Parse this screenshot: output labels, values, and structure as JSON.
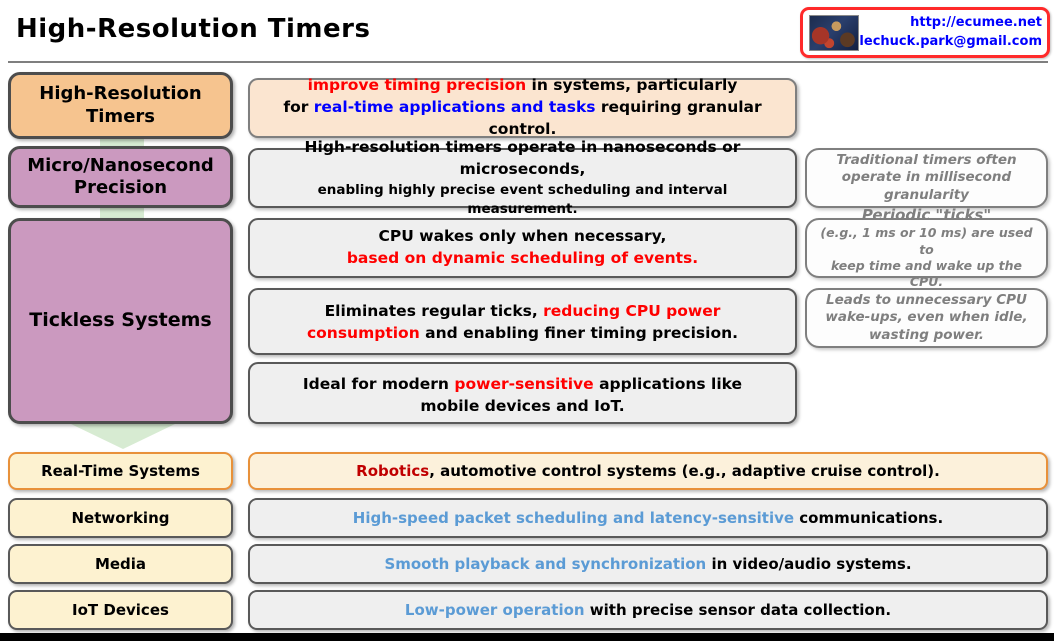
{
  "header": {
    "title": "High-Resolution Timers",
    "badge": {
      "url": "http://ecumee.net",
      "email": "lechuck.park@gmail.com"
    }
  },
  "concept_nodes": [
    {
      "label": "High-Resolution Timers"
    },
    {
      "label": "Micro/Nanosecond Precision"
    },
    {
      "label": "Tickless Systems"
    }
  ],
  "application_nodes": [
    {
      "label": "Real-Time Systems"
    },
    {
      "label": "Networking"
    },
    {
      "label": "Media"
    },
    {
      "label": "IoT Devices"
    }
  ],
  "details": {
    "intro": {
      "l1_red": "improve timing precision",
      "l1_black": " in systems, particularly",
      "l2_black1": "for ",
      "l2_blue": "real-time applications and tasks",
      "l2_black2": " requiring granular control."
    },
    "precision": {
      "l1": "High-resolution timers operate in nanoseconds or microseconds,",
      "l2": "enabling highly precise event scheduling and interval measurement."
    },
    "tickless_wake": {
      "l1": "CPU wakes only when necessary,",
      "l2": "based on dynamic scheduling of events."
    },
    "tickless_eliminate": {
      "s1": "Eliminates regular ticks, ",
      "s2": "reducing CPU power consumption",
      "s3": " and enabling finer timing precision."
    },
    "tickless_ideal": {
      "s1": "Ideal for modern ",
      "s2": "power-sensitive",
      "s3": " applications like mobile devices and IoT."
    }
  },
  "side_notes": [
    {
      "text": "Traditional timers often operate in millisecond granularity"
    },
    {
      "l1": "Periodic \"ticks\"",
      "l2": "(e.g., 1 ms or 10 ms) are used to",
      "l3": "keep time and wake up the CPU."
    },
    {
      "text": "Leads to unnecessary CPU wake-ups, even when idle, wasting power."
    }
  ],
  "application_rows": [
    {
      "highlight": "Robotics",
      "rest": ", automotive control systems (e.g., adaptive cruise control)."
    },
    {
      "highlight": "High-speed packet scheduling and latency-sensitive",
      "rest": " communications."
    },
    {
      "highlight": "Smooth playback and synchronization",
      "rest": " in video/audio systems."
    },
    {
      "highlight": "Low-power operation",
      "rest": " with precise sensor data collection."
    }
  ],
  "colors": {
    "concept_orange_fill": "#F6C48F",
    "concept_purple_fill": "#CB99BF",
    "application_cream_fill": "#FDF2D0",
    "intro_peach_fill": "#FBE5D0",
    "detail_gray_fill": "#EFEFEF",
    "side_note_fill": "#FDFDFD",
    "orange_border": "#E8913A",
    "dark_border": "#4D4D4D",
    "green_connector": "#D7EBD2",
    "red_text": "#FF0000",
    "dark_red_text": "#C00000",
    "blue_text": "#0000FF",
    "light_blue_text": "#5B9BD5",
    "gray_note_text": "#7F7F7F",
    "badge_border_red": "#FF2A2A",
    "badge_link_blue": "#0000FF"
  }
}
